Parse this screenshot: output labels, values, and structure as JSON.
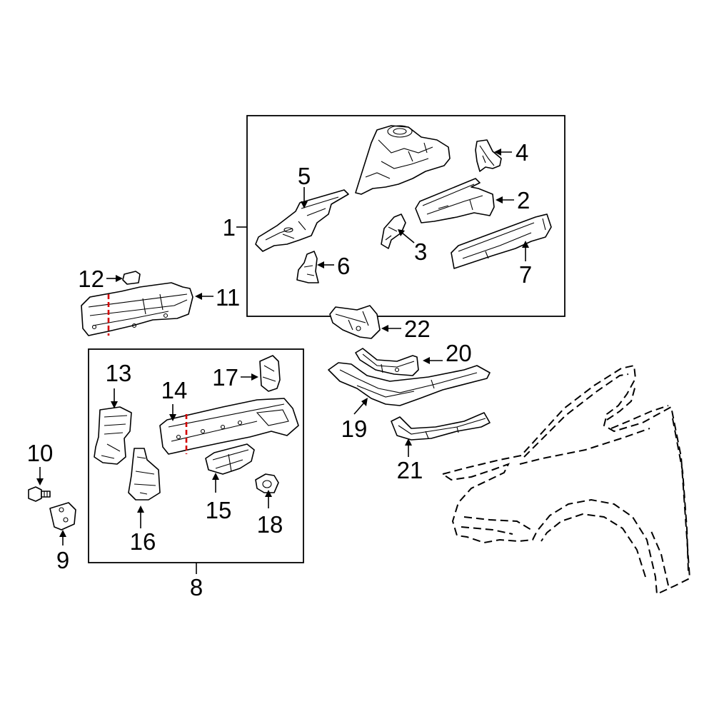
{
  "callouts": [
    {
      "id": "1",
      "label": "1"
    },
    {
      "id": "2",
      "label": "2"
    },
    {
      "id": "3",
      "label": "3"
    },
    {
      "id": "4",
      "label": "4"
    },
    {
      "id": "5",
      "label": "5"
    },
    {
      "id": "6",
      "label": "6"
    },
    {
      "id": "7",
      "label": "7"
    },
    {
      "id": "8",
      "label": "8"
    },
    {
      "id": "9",
      "label": "9"
    },
    {
      "id": "10",
      "label": "10"
    },
    {
      "id": "11",
      "label": "11"
    },
    {
      "id": "12",
      "label": "12"
    },
    {
      "id": "13",
      "label": "13"
    },
    {
      "id": "14",
      "label": "14"
    },
    {
      "id": "15",
      "label": "15"
    },
    {
      "id": "16",
      "label": "16"
    },
    {
      "id": "17",
      "label": "17"
    },
    {
      "id": "18",
      "label": "18"
    },
    {
      "id": "19",
      "label": "19"
    },
    {
      "id": "20",
      "label": "20"
    },
    {
      "id": "21",
      "label": "21"
    },
    {
      "id": "22",
      "label": "22"
    }
  ],
  "colors": {
    "line": "#000000",
    "cut_line": "#d40000",
    "background": "#ffffff"
  }
}
